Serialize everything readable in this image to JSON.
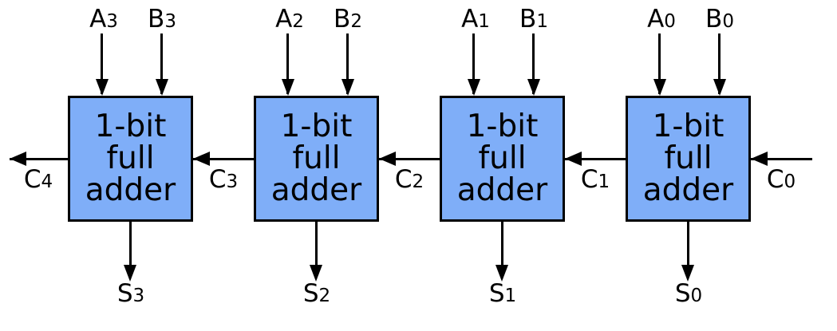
{
  "block": {
    "label_lines": [
      "1-bit",
      "full",
      "adder"
    ]
  },
  "colors": {
    "block_fill": "#7FAEF8",
    "block_border": "#000000",
    "wire": "#000000",
    "text": "#000000",
    "background": "#FFFFFF"
  },
  "carry_out": {
    "base": "C",
    "sub": "4"
  },
  "stages": [
    {
      "a_base": "A",
      "a_sub": "3",
      "b_base": "B",
      "b_sub": "3",
      "sum_base": "S",
      "sum_sub": "3",
      "carry_in_base": "C",
      "carry_in_sub": "3"
    },
    {
      "a_base": "A",
      "a_sub": "2",
      "b_base": "B",
      "b_sub": "2",
      "sum_base": "S",
      "sum_sub": "2",
      "carry_in_base": "C",
      "carry_in_sub": "2"
    },
    {
      "a_base": "A",
      "a_sub": "1",
      "b_base": "B",
      "b_sub": "1",
      "sum_base": "S",
      "sum_sub": "1",
      "carry_in_base": "C",
      "carry_in_sub": "1"
    },
    {
      "a_base": "A",
      "a_sub": "0",
      "b_base": "B",
      "b_sub": "0",
      "sum_base": "S",
      "sum_sub": "0",
      "carry_in_base": "C",
      "carry_in_sub": "0"
    }
  ]
}
